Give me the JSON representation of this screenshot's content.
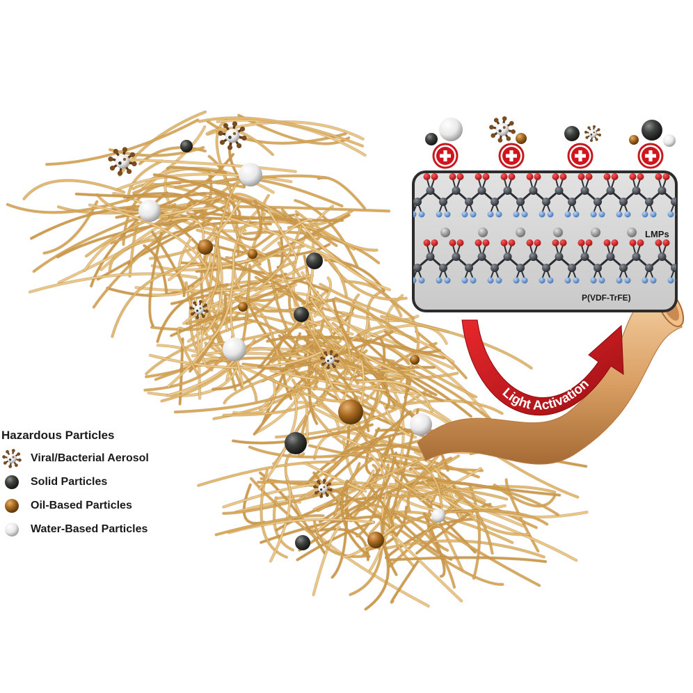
{
  "legend": {
    "title": "Hazardous Particles",
    "items": [
      {
        "label": "Viral/Bacterial Aerosol",
        "icon": "virus-icon"
      },
      {
        "label": "Solid Particles",
        "icon": "solid-particle-icon"
      },
      {
        "label": "Oil-Based Particles",
        "icon": "oil-particle-icon"
      },
      {
        "label": "Water-Based Particles",
        "icon": "water-particle-icon"
      }
    ]
  },
  "inset": {
    "lmps_label": "LMPs",
    "polymer_label": "P(VDF-TrFE)",
    "charge_symbol": "+"
  },
  "arrow_label": "Light Activation",
  "colors": {
    "fiber": "#e0b66c",
    "fiber_dark": "#c8964a",
    "solid": "#3a3d3a",
    "oil": "#a86a22",
    "water": "#f2f2f2",
    "charge_red": "#d0161c",
    "oxygen": "#d4202a",
    "fluorine": "#6a9ad6",
    "carbon": "#3c4048",
    "lmp": "#9a9a9a",
    "arrow_red": "#c0161c"
  }
}
